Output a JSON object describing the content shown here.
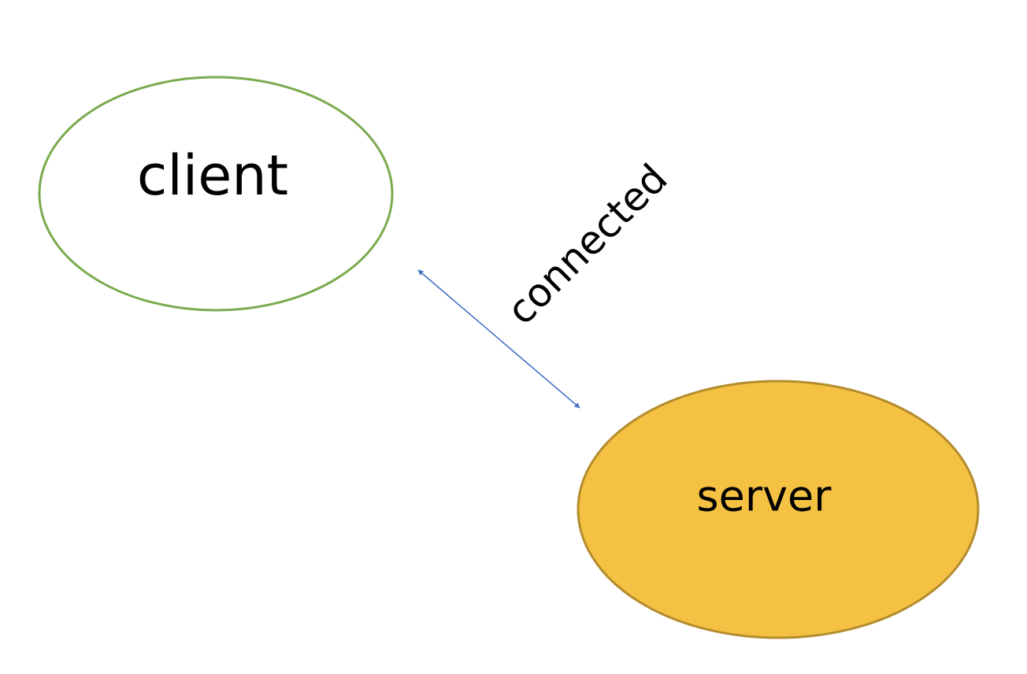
{
  "diagram": {
    "nodes": {
      "client": {
        "label": "client",
        "fill": "#FFFFFF",
        "stroke": "#7BAA4F"
      },
      "server": {
        "label": "server",
        "fill": "#F4C143",
        "stroke": "#B48C2E"
      }
    },
    "edge": {
      "label": "connected",
      "color": "#4472C4",
      "direction": "bidirectional"
    }
  }
}
